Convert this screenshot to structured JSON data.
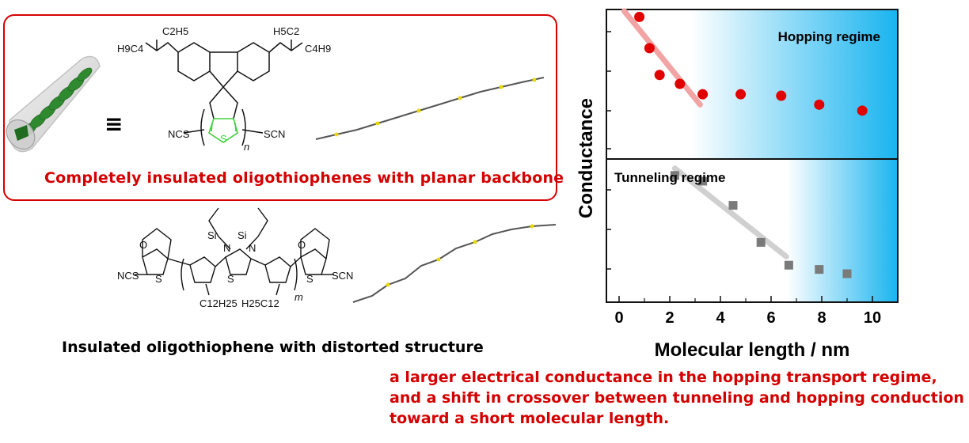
{
  "box_title": "Completely insulated oligothiophenes with planar backbone",
  "caption_distorted": "Insulated oligothiophene with distorted structure",
  "summary_lines": [
    "a larger electrical conductance in the hopping transport regime,",
    "and a shift in crossover between tunneling and hopping conduction",
    "toward a short molecular length."
  ],
  "equivalence_symbol": "≡",
  "chem_labels": {
    "c2h5": "C2H5",
    "h9c4": "H9C4",
    "h5c2": "H5C2",
    "c4h9": "C4H9",
    "ncs_left_top": "NCS",
    "scn_right_top": "SCN",
    "n_sub": "n",
    "s_ring": "S",
    "ncs_left_bottom": "NCS",
    "scn_right_bottom": "SCN",
    "c12h25": "C12H25",
    "h25c12": "H25C12",
    "m_sub": "m",
    "si": "Si",
    "n_atom": "N",
    "o": "O",
    "s": "S"
  },
  "colors": {
    "accent_red": "#d40000",
    "hopping_blue": "#19b4ef",
    "thiophene_green": "#40d040"
  },
  "chart_data": {
    "type": "scatter",
    "ylabel": "Conductance",
    "xlabel": "Molecular length / nm",
    "xlim": [
      -0.5,
      11
    ],
    "x_ticks": [
      0,
      2,
      4,
      6,
      8,
      10
    ],
    "panels": [
      {
        "name": "Hopping regime",
        "marker": "circle",
        "color": "#e00000",
        "points": [
          [
            0.8,
            9.5
          ],
          [
            1.2,
            7.4
          ],
          [
            1.6,
            5.6
          ],
          [
            2.4,
            5.0
          ],
          [
            3.3,
            4.3
          ],
          [
            4.8,
            4.3
          ],
          [
            6.4,
            4.2
          ],
          [
            7.9,
            3.6
          ],
          [
            9.6,
            3.2
          ]
        ],
        "fit": [
          [
            0.2,
            9.9
          ],
          [
            3.2,
            3.6
          ]
        ],
        "fit_color": "#f2a4a4"
      },
      {
        "name": "Tunneling regime",
        "marker": "square",
        "color": "#7a7a7a",
        "points": [
          [
            2.2,
            8.9
          ],
          [
            3.3,
            8.5
          ],
          [
            4.5,
            6.8
          ],
          [
            5.6,
            4.2
          ],
          [
            6.7,
            2.6
          ],
          [
            7.9,
            2.3
          ],
          [
            9.0,
            2.0
          ]
        ],
        "fit": [
          [
            2.2,
            9.4
          ],
          [
            6.6,
            3.2
          ]
        ],
        "fit_color": "#d0d0d0"
      }
    ]
  }
}
